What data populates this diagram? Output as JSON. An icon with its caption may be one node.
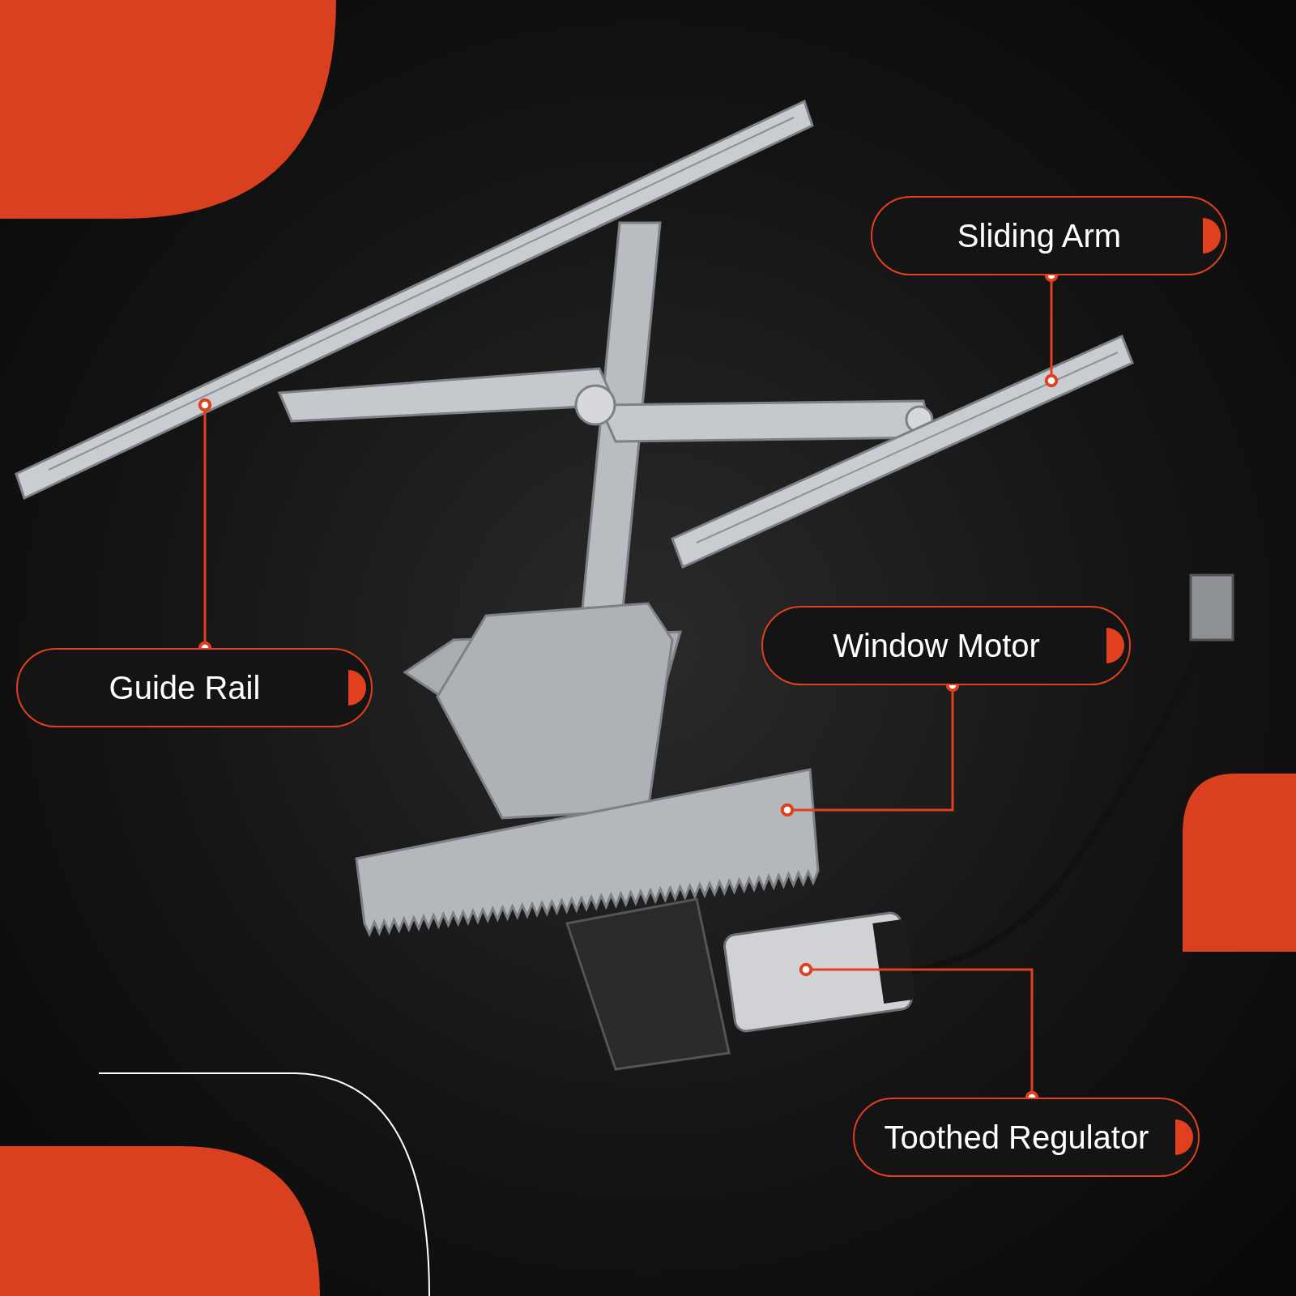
{
  "diagram": {
    "nodes": [
      {
        "text": [
          "Sliding Arm"
        ]
      },
      {
        "text": [
          "Window Motor"
        ]
      },
      {
        "text": [
          "Guide Rail"
        ]
      },
      {
        "text": [
          "Toothed Regulator"
        ]
      },
      {
        "text": [],
        "shape": "picture"
      },
      {
        "text": [],
        "shape": "picture"
      },
      {
        "text": [],
        "shape": "picture"
      },
      {
        "text": [],
        "shape": "picture"
      }
    ],
    "edges": [
      {
        "from": 0,
        "to": 5,
        "arrow": "other"
      },
      {
        "from": 1,
        "to": 6,
        "arrow": "other"
      },
      {
        "from": 2,
        "to": 4,
        "arrow": "other"
      },
      {
        "from": 3,
        "to": 7,
        "arrow": "other"
      }
    ]
  }
}
